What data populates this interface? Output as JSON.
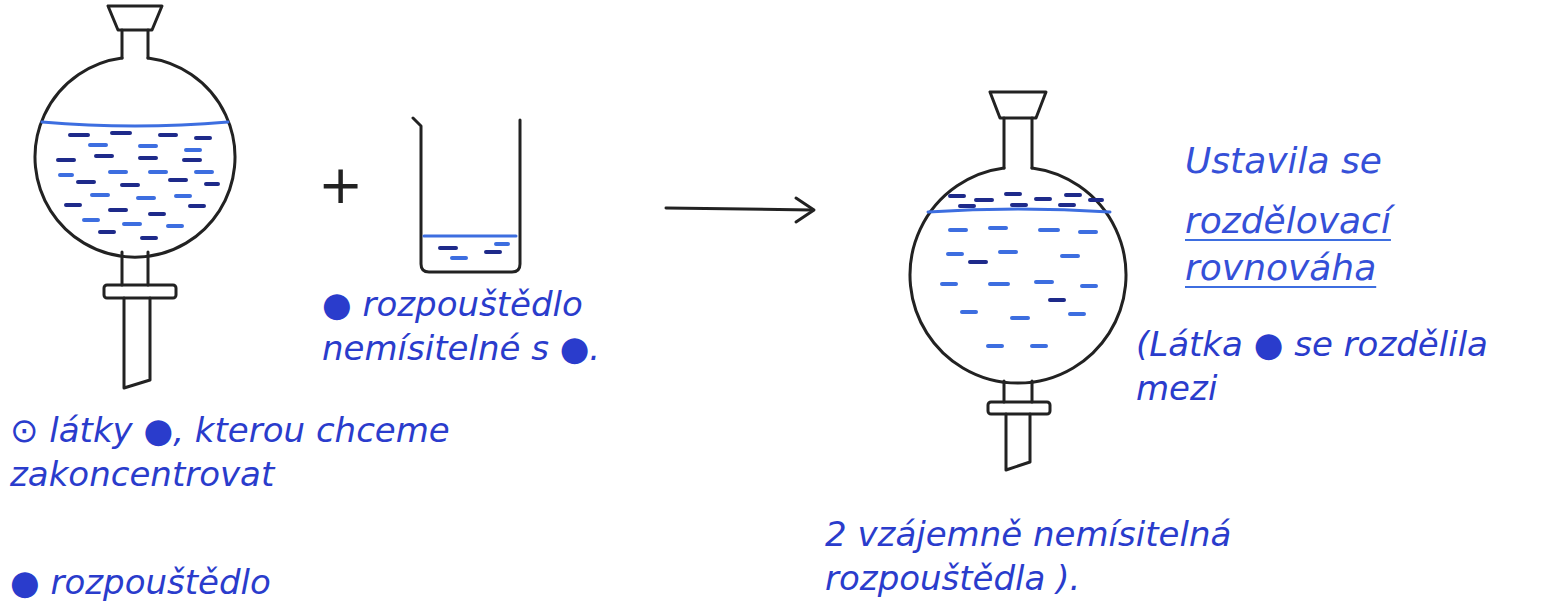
{
  "diagram": {
    "labels": [
      "⊙ látky ●, kterou chceme zakoncentrovat",
      "● rozpouštědlo",
      "+",
      "● rozpouštědlo nemísitelné s ●.",
      "Ustavila se",
      "rozdělovací rovnováha",
      "(Látka ● se rozdělila mezi",
      "2 vzájemně nemísitelná rozpouštědla )."
    ]
  }
}
